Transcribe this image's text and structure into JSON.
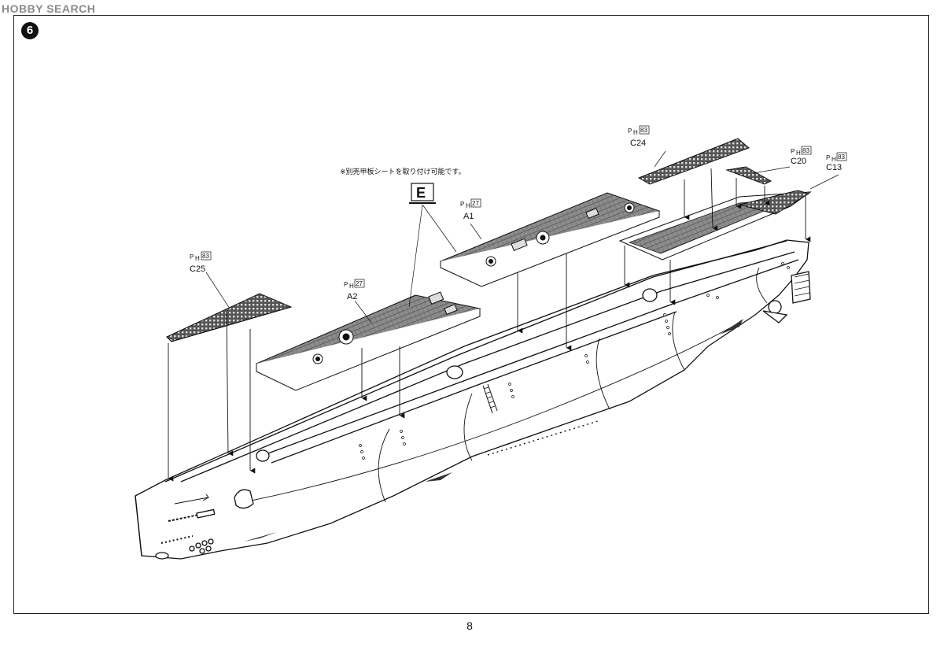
{
  "watermark": "HOBBY SEARCH",
  "step": "6",
  "page_number": "8",
  "note": "※別売甲板シートを取り付け可能です。",
  "option_box": "E",
  "parts": [
    {
      "id": "C25",
      "code": "83"
    },
    {
      "id": "A2",
      "code": "27"
    },
    {
      "id": "A1",
      "code": "27"
    },
    {
      "id": "C24",
      "code": "83"
    },
    {
      "id": "C20",
      "code": "83"
    },
    {
      "id": "C13",
      "code": "83"
    }
  ],
  "paint_prefix": "P",
  "paint_sub": "H"
}
